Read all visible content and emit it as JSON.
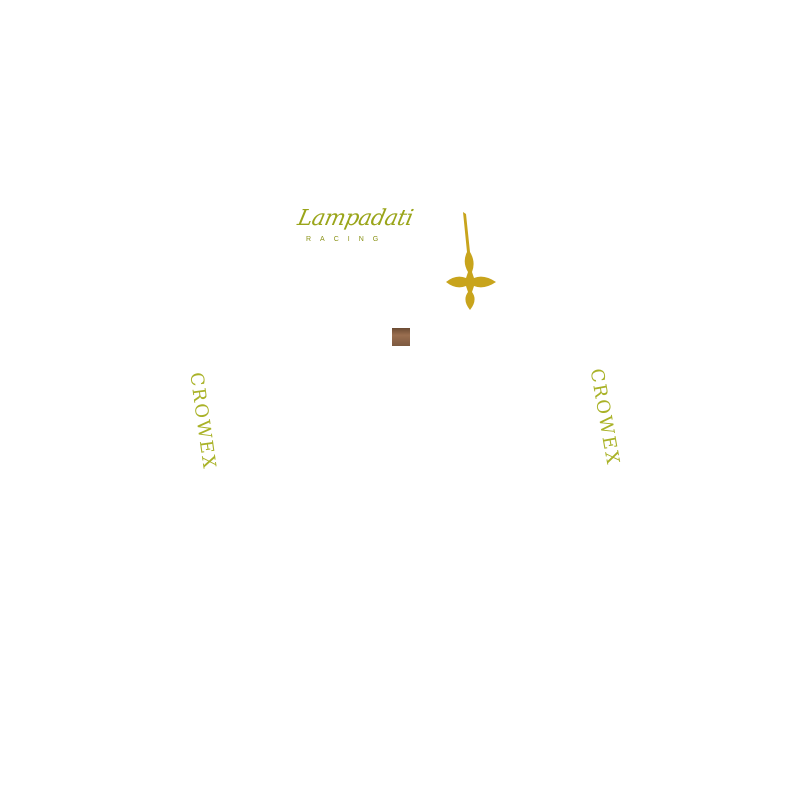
{
  "logo": {
    "brand": "Lampadati",
    "subtitle": "RACING"
  },
  "side_text_left": "CROWEX",
  "side_text_right": "CROWEX",
  "colors": {
    "logo": "#9aa51a",
    "emblem": "#c8a41c",
    "swatch": "#8a6248"
  },
  "icons": {
    "emblem": "fleur-cross-icon"
  }
}
